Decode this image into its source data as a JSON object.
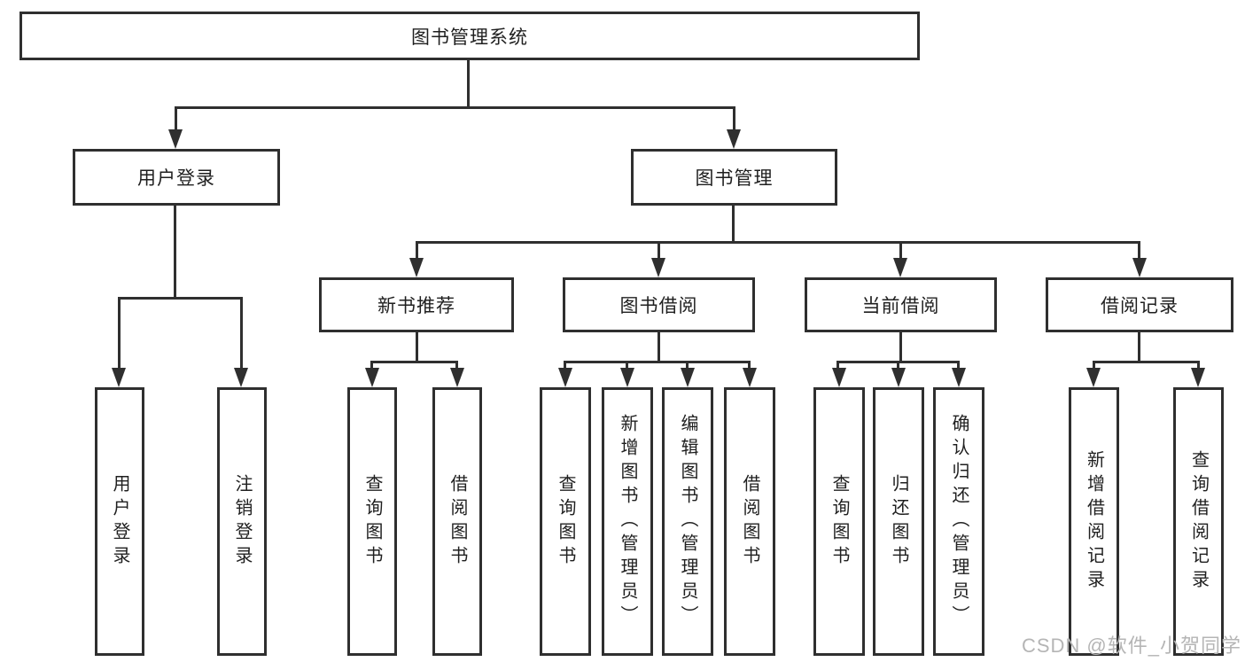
{
  "tree": {
    "root": {
      "label": "图书管理系统"
    },
    "branches": [
      {
        "label": "用户登录",
        "children": [
          {
            "label": "用户登录"
          },
          {
            "label": "注销登录"
          }
        ]
      },
      {
        "label": "图书管理",
        "children": [
          {
            "label": "新书推荐",
            "children": [
              {
                "label": "查询图书"
              },
              {
                "label": "借阅图书"
              }
            ]
          },
          {
            "label": "图书借阅",
            "children": [
              {
                "label": "查询图书"
              },
              {
                "label": "新增图书（管理员）"
              },
              {
                "label": "编辑图书（管理员）"
              },
              {
                "label": "借阅图书"
              }
            ]
          },
          {
            "label": "当前借阅",
            "children": [
              {
                "label": "查询图书"
              },
              {
                "label": "归还图书"
              },
              {
                "label": "确认归还（管理员）"
              }
            ]
          },
          {
            "label": "借阅记录",
            "children": [
              {
                "label": "新增借阅记录"
              },
              {
                "label": "查询借阅记录"
              }
            ]
          }
        ]
      }
    ]
  },
  "watermark": {
    "text": "CSDN @软件_小贺同学"
  },
  "colors": {
    "line": "#2f2f2f",
    "text": "#1f1f1f",
    "watermark": "#b5b5b5",
    "box_fill": "#ffffff"
  }
}
